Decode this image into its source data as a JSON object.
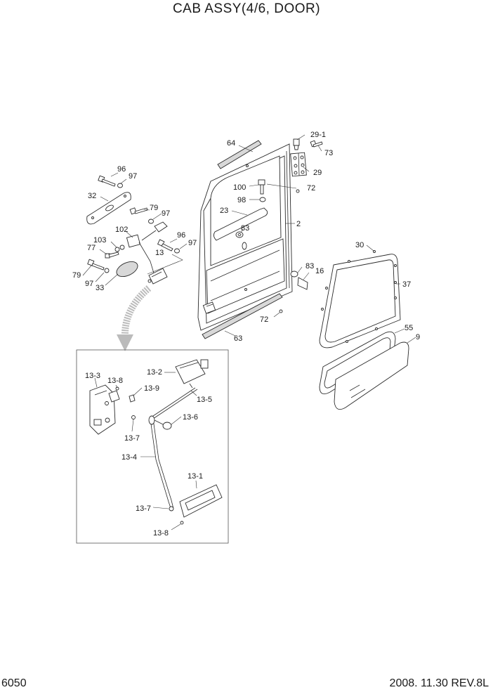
{
  "header": {
    "title": "CAB ASSY(4/6, DOOR)"
  },
  "footer": {
    "page_number": "6050",
    "revision": "2008. 11.30 REV.8L"
  },
  "callouts": {
    "p29_1": "29-1",
    "p73": "73",
    "p64": "64",
    "p29": "29",
    "p96a": "96",
    "p97a": "97",
    "p100": "100",
    "p72a": "72",
    "p32": "32",
    "p98": "98",
    "p79a": "79",
    "p97b": "97",
    "p23": "23",
    "p2": "2",
    "p102": "102",
    "p83a": "83",
    "p96b": "96",
    "p103": "103",
    "p77": "77",
    "p97c": "97",
    "p13": "13",
    "p30": "30",
    "p83b": "83",
    "p16": "16",
    "p79b": "79",
    "p97d": "97",
    "p33": "33",
    "p37": "37",
    "p72b": "72",
    "p63": "63",
    "p55": "55",
    "p9": "9",
    "d13_2": "13-2",
    "d13_3": "13-3",
    "d13_8a": "13-8",
    "d13_9": "13-9",
    "d13_5": "13-5",
    "d13_6": "13-6",
    "d13_7a": "13-7",
    "d13_4": "13-4",
    "d13_1": "13-1",
    "d13_7b": "13-7",
    "d13_8b": "13-8"
  }
}
